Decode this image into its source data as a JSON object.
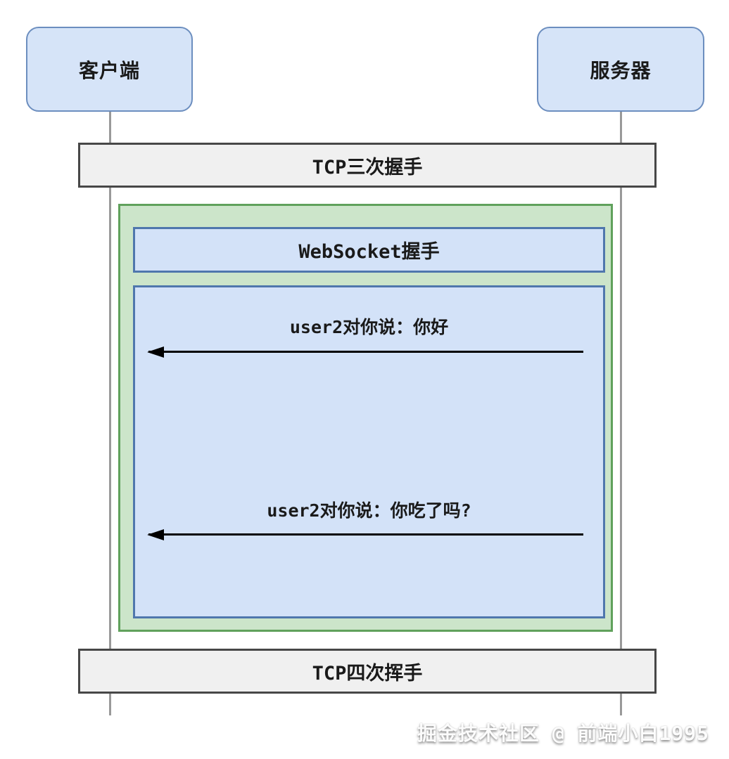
{
  "diagram": {
    "actors": [
      {
        "id": "client",
        "label": "客户端"
      },
      {
        "id": "server",
        "label": "服务器"
      }
    ],
    "phases": [
      {
        "id": "tcp-handshake",
        "label": "TCP三次握手"
      },
      {
        "id": "websocket-handshake",
        "label": "WebSocket握手"
      },
      {
        "id": "tcp-wave",
        "label": "TCP四次挥手"
      }
    ],
    "messages": [
      {
        "direction": "server-to-client",
        "label": "user2对你说：你好"
      },
      {
        "direction": "server-to-client",
        "label": "user2对你说：你吃了吗?"
      }
    ],
    "watermark": "掘金技术社区 @ 前端小白1995",
    "colors": {
      "actor-fill": "#d6e4f8",
      "actor-stroke": "#6c8ebf",
      "band-fill": "#f0f0f0",
      "band-stroke": "#474747",
      "frame-fill": "#cce5ca",
      "frame-stroke": "#60a15c",
      "panel-fill": "#d3e2f8",
      "panel-stroke": "#4f77ad",
      "lifeline": "#999999",
      "arrow": "#000000"
    }
  }
}
